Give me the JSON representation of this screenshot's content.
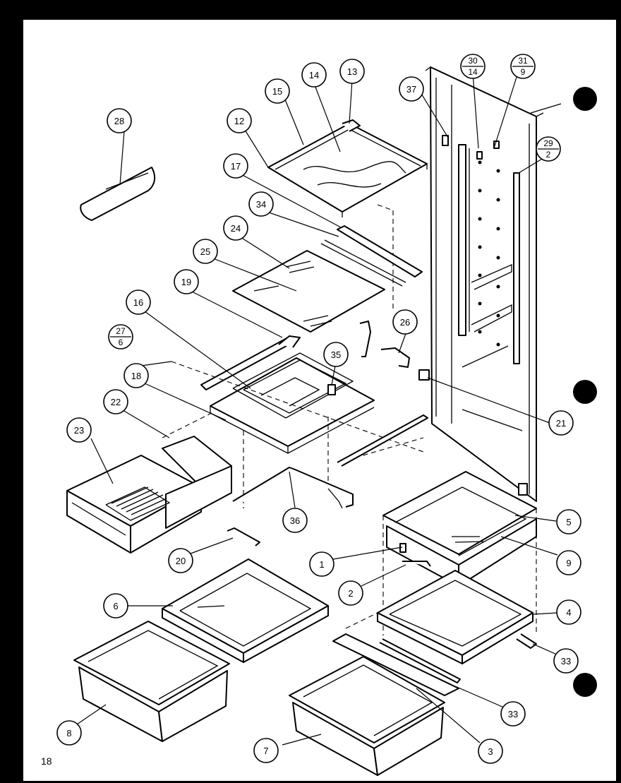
{
  "page_number": "18",
  "callouts": [
    {
      "id": "c1",
      "label": "1"
    },
    {
      "id": "c2",
      "label": "2"
    },
    {
      "id": "c3",
      "label": "3"
    },
    {
      "id": "c4",
      "label": "4"
    },
    {
      "id": "c5",
      "label": "5"
    },
    {
      "id": "c6a",
      "label": "6"
    },
    {
      "id": "c7",
      "label": "7"
    },
    {
      "id": "c8",
      "label": "8"
    },
    {
      "id": "c9",
      "label": "9"
    },
    {
      "id": "c12",
      "label": "12"
    },
    {
      "id": "c13",
      "label": "13"
    },
    {
      "id": "c14",
      "label": "14"
    },
    {
      "id": "c15",
      "label": "15"
    },
    {
      "id": "c16",
      "label": "16"
    },
    {
      "id": "c17",
      "label": "17"
    },
    {
      "id": "c18",
      "label": "18"
    },
    {
      "id": "c19",
      "label": "19"
    },
    {
      "id": "c20",
      "label": "20"
    },
    {
      "id": "c21",
      "label": "21"
    },
    {
      "id": "c22",
      "label": "22"
    },
    {
      "id": "c23",
      "label": "23"
    },
    {
      "id": "c24",
      "label": "24"
    },
    {
      "id": "c25",
      "label": "25"
    },
    {
      "id": "c26",
      "label": "26"
    },
    {
      "id": "c28",
      "label": "28"
    },
    {
      "id": "c33a",
      "label": "33"
    },
    {
      "id": "c33b",
      "label": "33"
    },
    {
      "id": "c34",
      "label": "34"
    },
    {
      "id": "c35",
      "label": "35"
    },
    {
      "id": "c36",
      "label": "36"
    },
    {
      "id": "c37",
      "label": "37"
    }
  ],
  "fraction_callouts": [
    {
      "id": "f30",
      "top": "30",
      "bottom": "14"
    },
    {
      "id": "f31",
      "top": "31",
      "bottom": "9"
    },
    {
      "id": "f29",
      "top": "29",
      "bottom": "2"
    },
    {
      "id": "f27",
      "top": "27",
      "bottom": "6"
    }
  ]
}
